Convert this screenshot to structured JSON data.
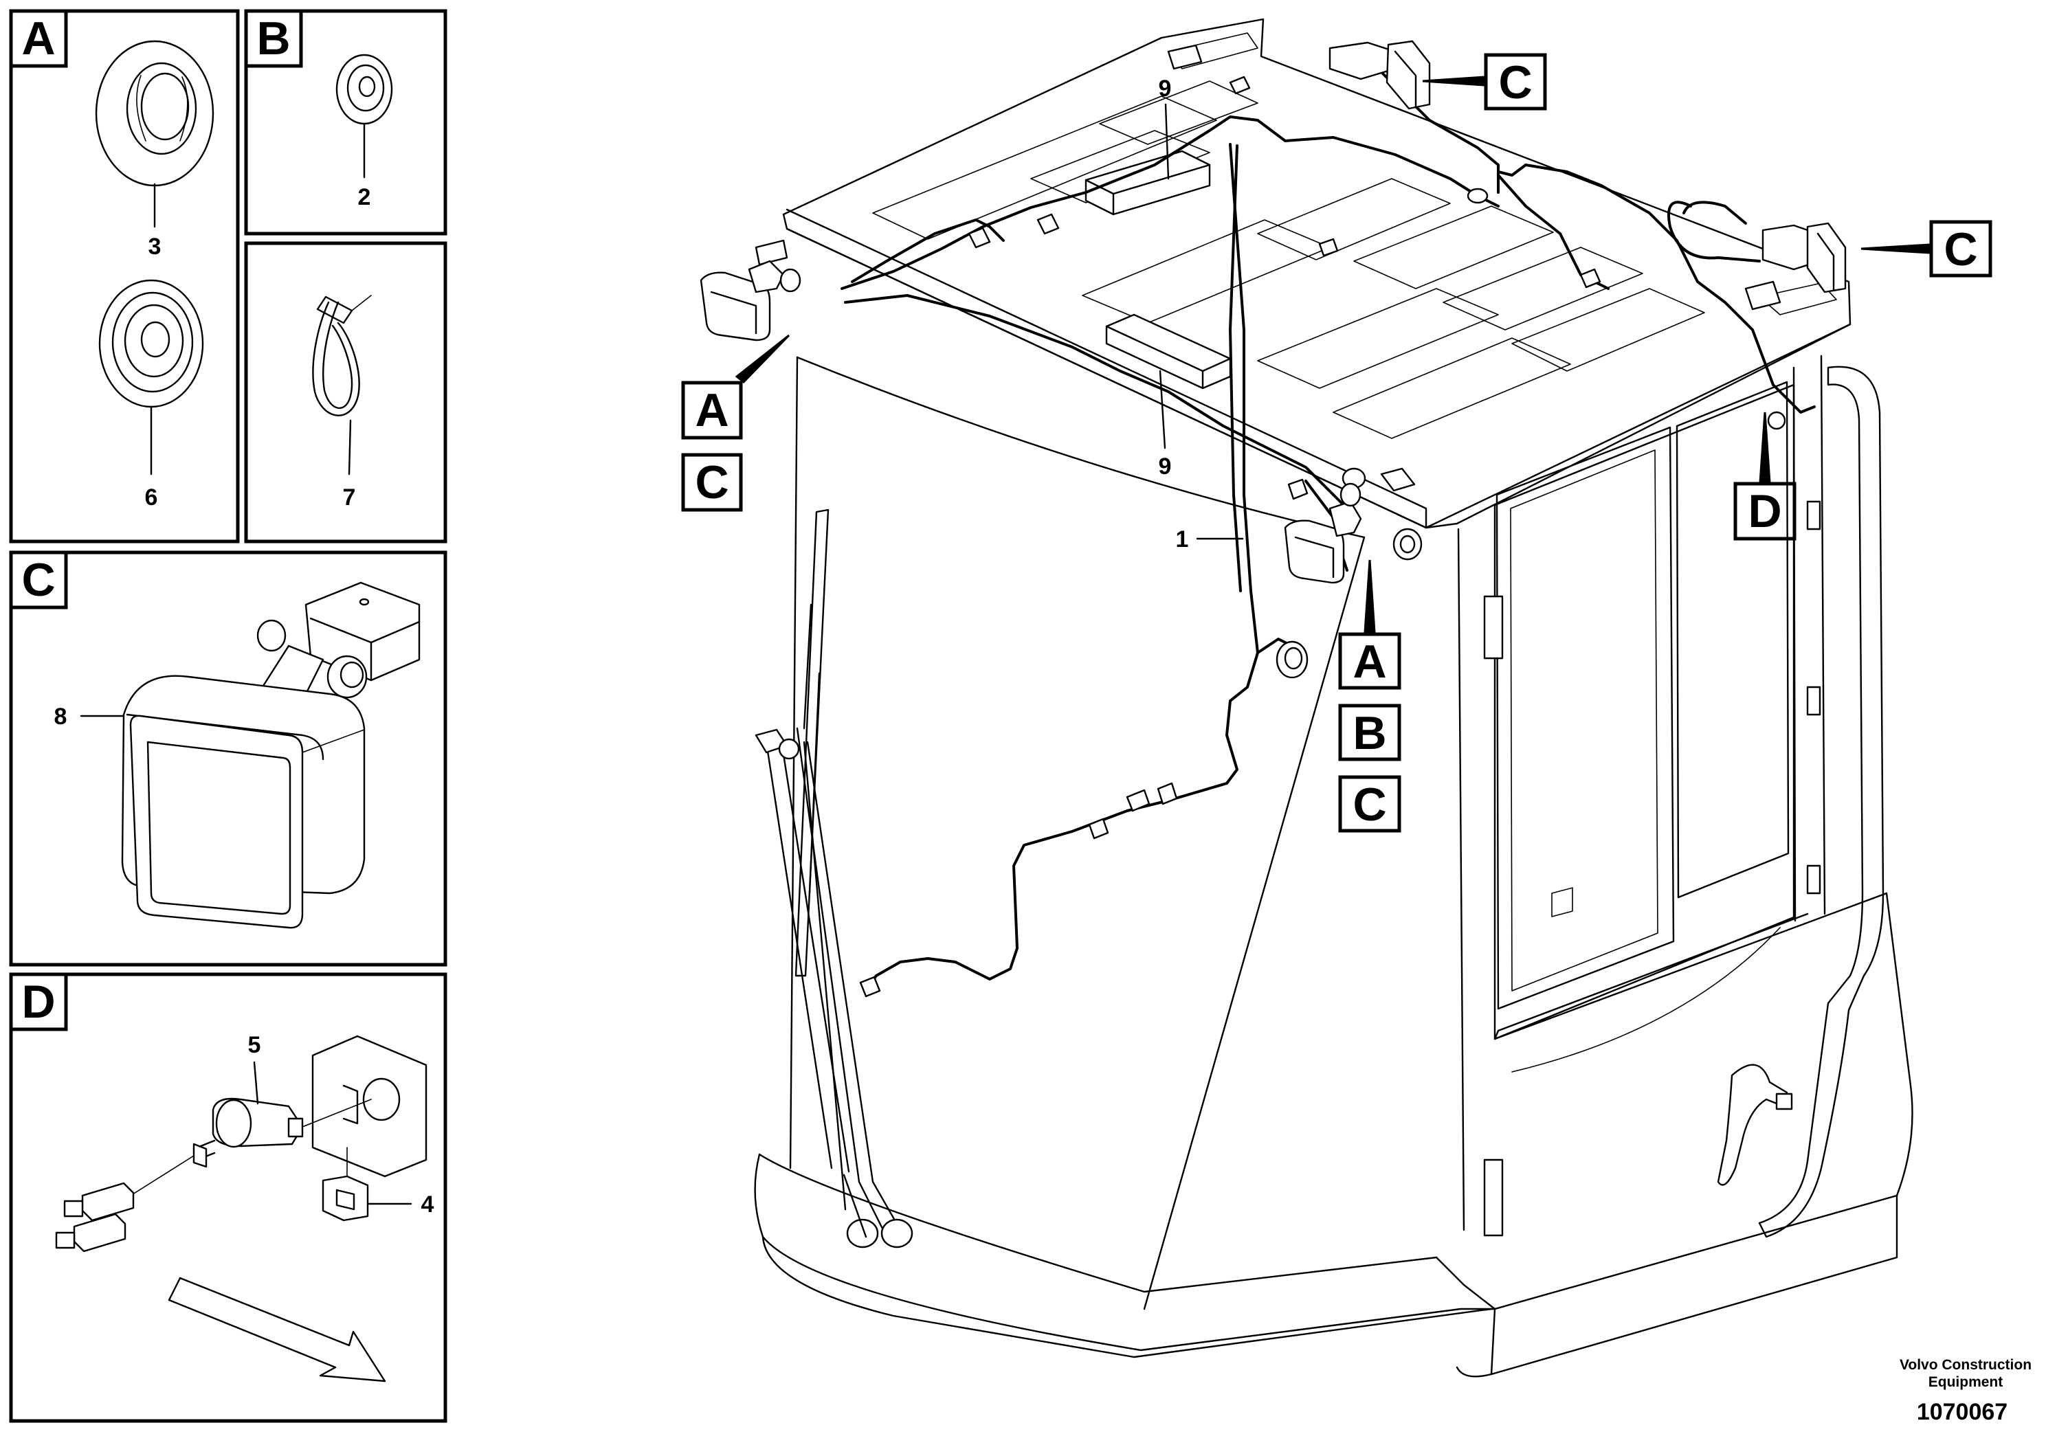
{
  "panels": {
    "a": {
      "letter": "A",
      "parts": [
        "3",
        "6"
      ]
    },
    "b": {
      "letter": "B",
      "parts": [
        "2"
      ]
    },
    "tie": {
      "parts": [
        "7"
      ]
    },
    "c": {
      "letter": "C",
      "parts": [
        "8"
      ]
    },
    "d": {
      "letter": "D",
      "parts": [
        "5",
        "4"
      ]
    }
  },
  "main_view": {
    "callouts": {
      "top_right_1": "C",
      "top_right_2": "C",
      "left_1": "A",
      "left_2": "C",
      "center_1": "A",
      "center_2": "B",
      "center_3": "C",
      "right": "D"
    },
    "part_numbers": {
      "harness": "1",
      "box_upper": "9",
      "box_lower": "9"
    }
  },
  "credit": {
    "line1": "Volvo Construction",
    "line2": "Equipment",
    "number": "1070067"
  }
}
